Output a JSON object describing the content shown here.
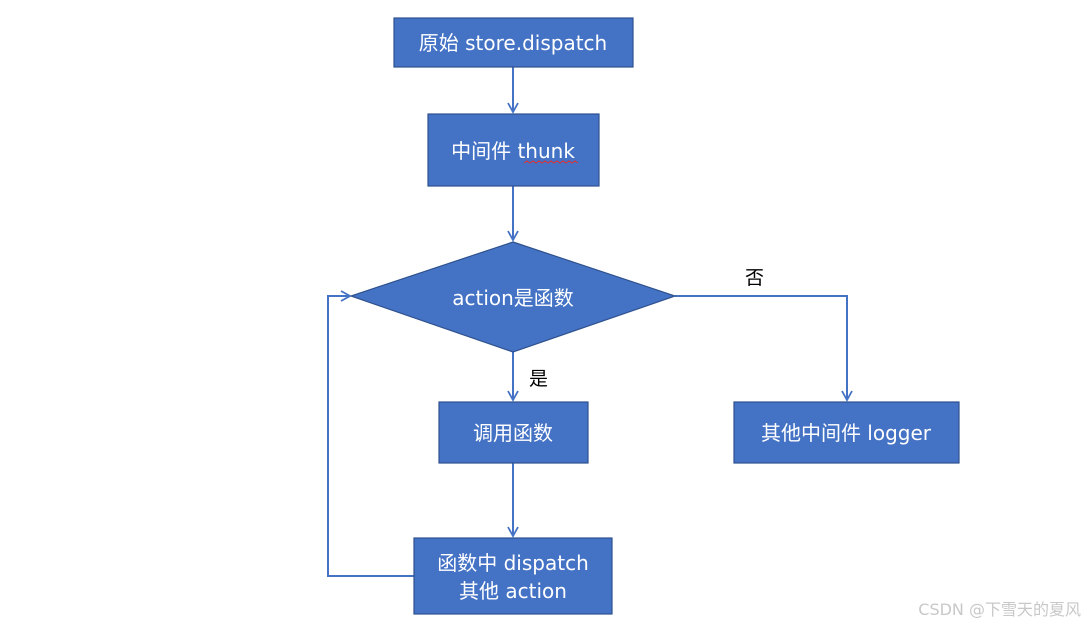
{
  "colors": {
    "node_fill": "#4472c4",
    "node_stroke": "#2f528f",
    "edge": "#4472c4",
    "node_text": "#ffffff",
    "label_text": "#000000",
    "spellcheck_underline": "#e03030"
  },
  "nodes": {
    "start": {
      "label": "原始 store.dispatch"
    },
    "thunk": {
      "label_prefix": "中间件 ",
      "label_word": "thunk"
    },
    "decision": {
      "label": "action是函数"
    },
    "call_function": {
      "label": "调用函数"
    },
    "other_middleware": {
      "label": "其他中间件 logger"
    },
    "inner_dispatch": {
      "line1": "函数中 dispatch",
      "line2": "其他 action"
    }
  },
  "edges": {
    "yes_label": "是",
    "no_label": "否"
  },
  "watermark": {
    "text": "CSDN @下雪天的夏风"
  }
}
